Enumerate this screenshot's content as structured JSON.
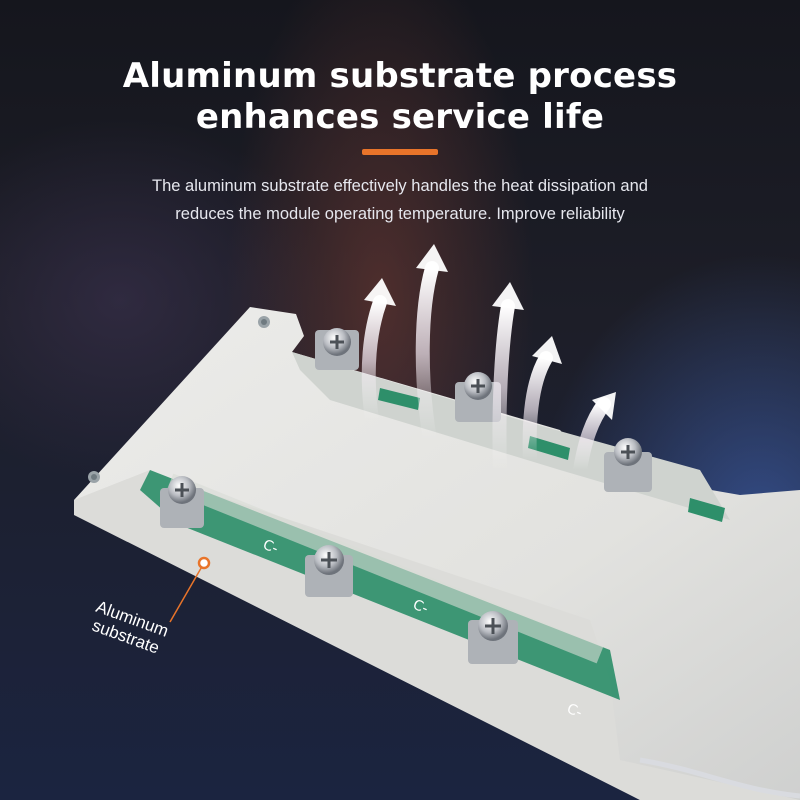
{
  "headline": {
    "line1": "Aluminum substrate process",
    "line2": "enhances service life"
  },
  "subtitle": {
    "line1": "The aluminum substrate effectively handles the heat dissipation and",
    "line2": "reduces the module operating temperature. Improve reliability"
  },
  "callout": {
    "line1": "Aluminum",
    "line2": "substrate"
  },
  "board_labels": {
    "terminal": "C-"
  },
  "colors": {
    "accent": "#e8742a",
    "heading_text": "#ffffff",
    "background_dark": "#15161d",
    "plate": "#e4e4e2",
    "pcb_green": "#2e8f6a",
    "glow_blue": "#3a7bff",
    "glow_orange": "#ff9a3a"
  },
  "icons": {
    "heat_arrows": "up-arrow-icon",
    "screw_terminal": "screw-terminal-icon",
    "callout_dot": "callout-dot-icon"
  }
}
